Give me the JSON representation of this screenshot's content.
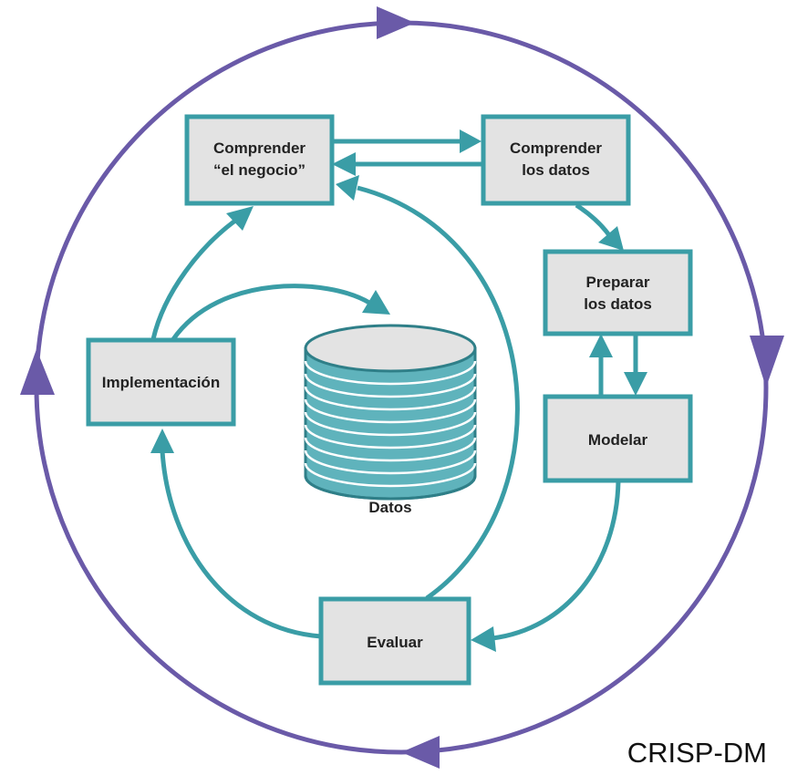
{
  "phases": {
    "business": {
      "line1": "Comprender",
      "line2": "“el negocio”"
    },
    "data_understanding": {
      "line1": "Comprender",
      "line2": "los datos"
    },
    "data_preparation": {
      "line1": "Preparar",
      "line2": "los datos"
    },
    "modeling": {
      "label": "Modelar"
    },
    "evaluation": {
      "label": "Evaluar"
    },
    "deployment": {
      "label": "Implementación"
    }
  },
  "data_store": {
    "label": "Datos"
  },
  "caption": "CRISP-DM",
  "colors": {
    "box_fill": "#e3e3e3",
    "teal": "#3a9da6",
    "cycle": "#6a5aa8",
    "database": "#5fb3bc"
  }
}
